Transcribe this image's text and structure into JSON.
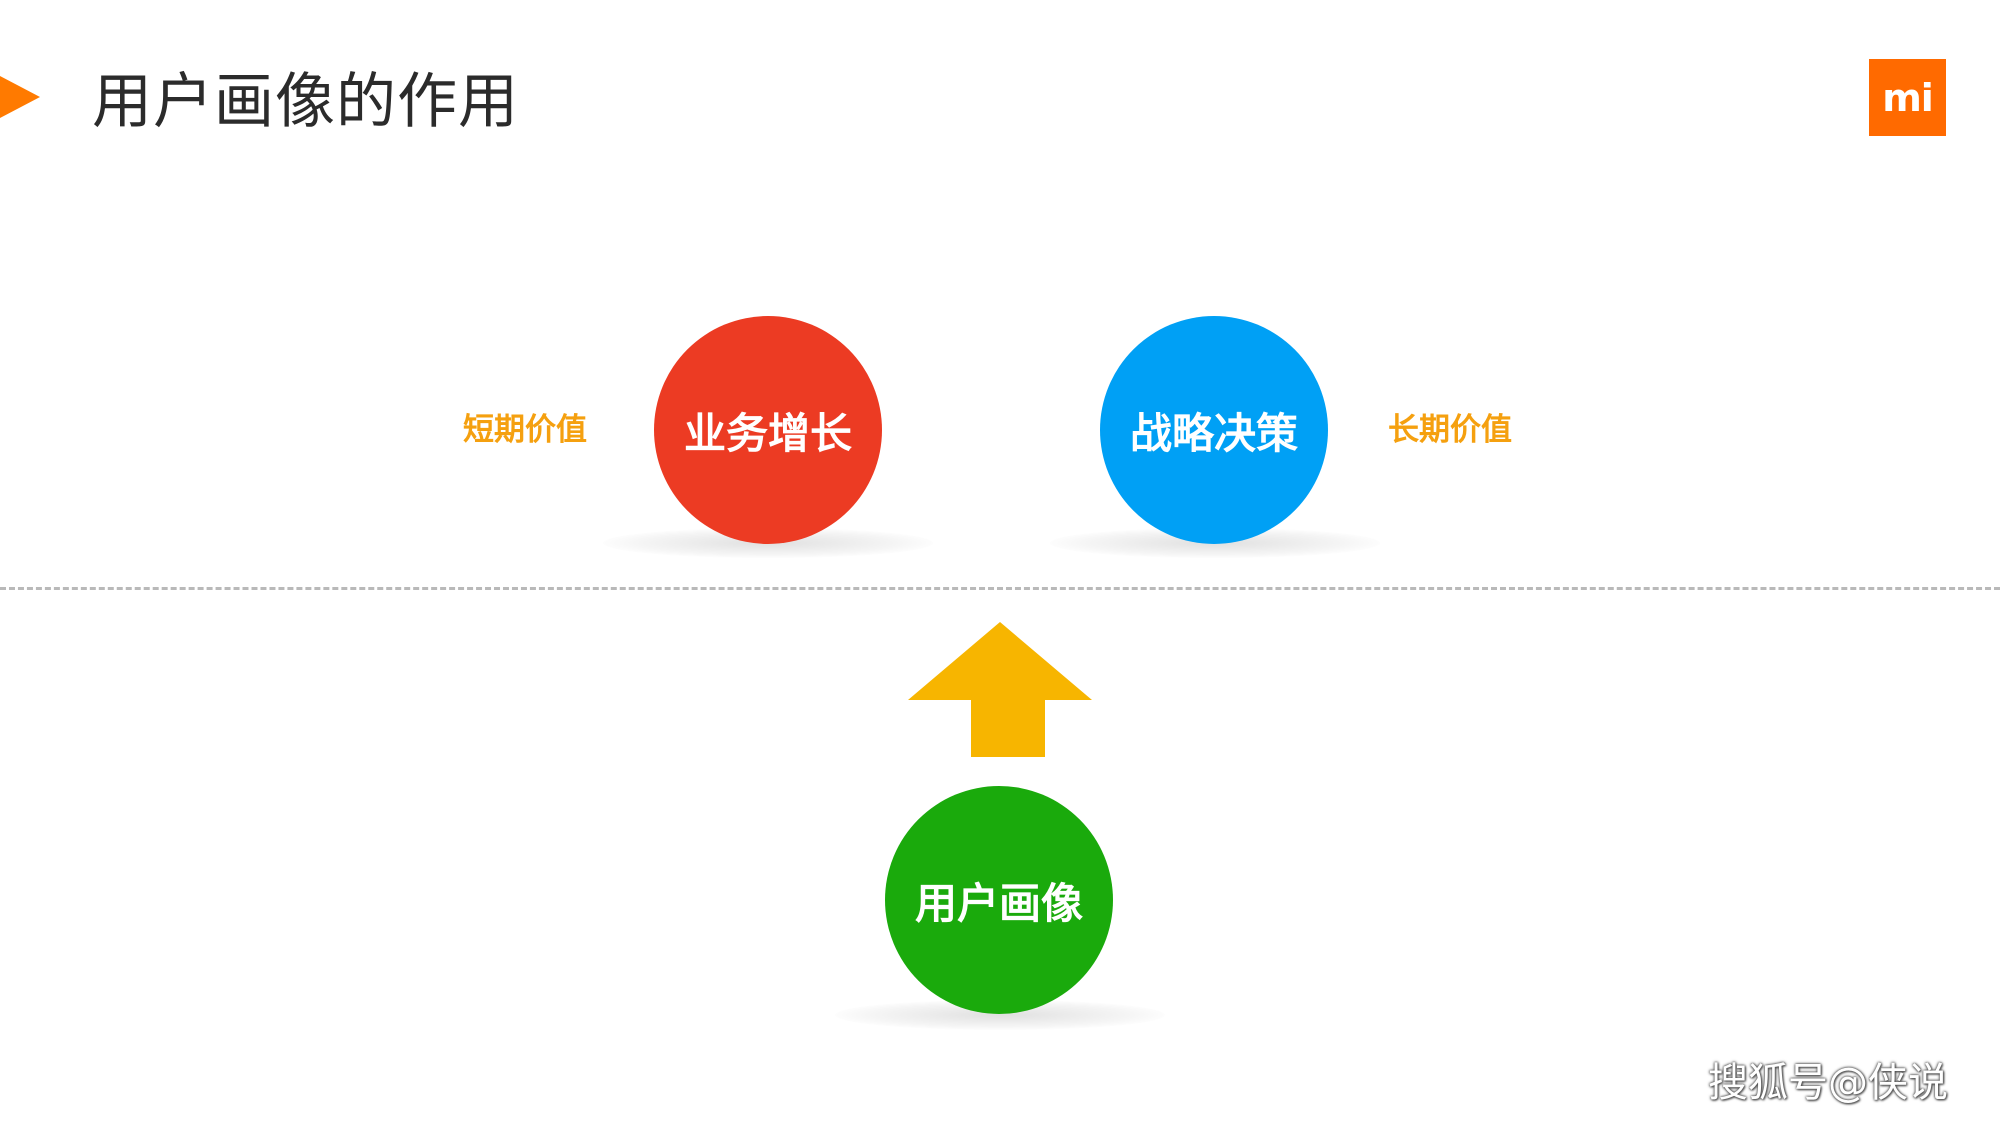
{
  "header": {
    "title": "用户画像的作用",
    "accent_color": "#ff7a00",
    "logo_icon": "mi-logo-icon",
    "logo_text": "mi"
  },
  "diagram": {
    "nodes": {
      "business": {
        "label": "业务增长",
        "color": "#ec3b23"
      },
      "strategy": {
        "label": "战略决策",
        "color": "#00a0f5"
      },
      "persona": {
        "label": "用户画像",
        "color": "#1aaa0c"
      }
    },
    "labels": {
      "short_term": {
        "text": "短期价值",
        "color": "#f5a00f"
      },
      "long_term": {
        "text": "长期价值",
        "color": "#f5a00f"
      }
    },
    "arrow": {
      "direction": "up",
      "color": "#f7b500",
      "icon": "arrow-up-icon"
    },
    "divider": {
      "style": "dashed",
      "color": "#b9b9b9"
    }
  },
  "watermark": {
    "text": "搜狐号@侠说"
  }
}
